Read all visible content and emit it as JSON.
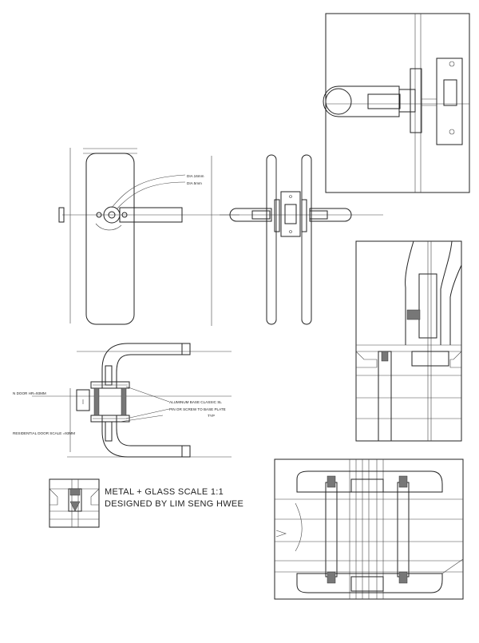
{
  "drawing": {
    "title_line1": "METAL + GLASS SCALE 1:1",
    "title_line2": "DESIGNED BY LIM SENG HWEE"
  },
  "annotations": {
    "front_dia_top": "DIA 16mm",
    "front_dia_bottom": "DIA 5mm",
    "section_top_left": "N  DOOR  HR=93MM",
    "section_bottom_left": "RESIDENTIAL DOOR SCALE =93MM",
    "section_right_1": "ALUMINUM BASE  CLASSIC  SL",
    "section_right_2": "PIN OR  SCREW TO  BASE PLATE",
    "section_right_3": "TYP"
  }
}
